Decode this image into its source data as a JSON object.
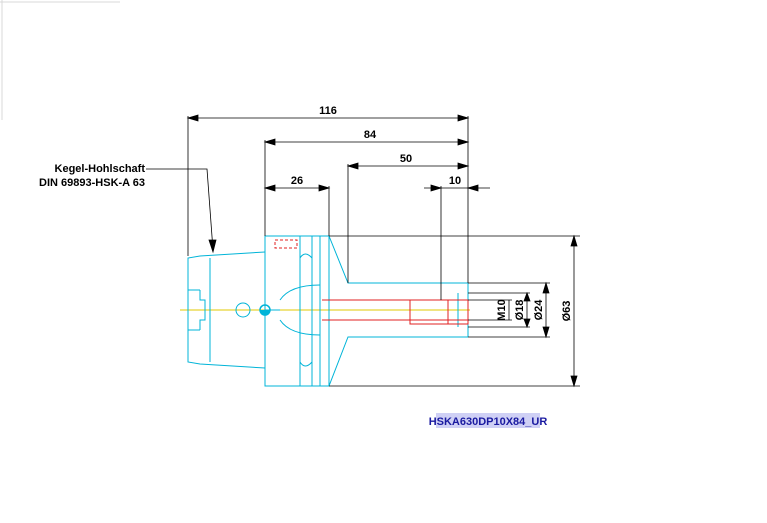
{
  "callout": {
    "line1": "Kegel-Hohlschaft",
    "line2": "DIN 69893-HSK-A 63"
  },
  "dimensions": {
    "overall_length": "116",
    "gauge_length": "84",
    "body_length": "50",
    "flange_width": "26",
    "bore_depth": "10",
    "thread": "M10",
    "dia_bore": "Ø18",
    "dia_neck": "Ø24",
    "dia_flange": "Ø63"
  },
  "part_label": "HSKA630DP10X84_UR",
  "colors": {
    "dimension": "#000000",
    "outline": "#00b4d8",
    "hidden": "#e02020",
    "centerline": "#e0c800",
    "label_bg": "#cfd0f5",
    "label_text": "#1a1aa0"
  }
}
